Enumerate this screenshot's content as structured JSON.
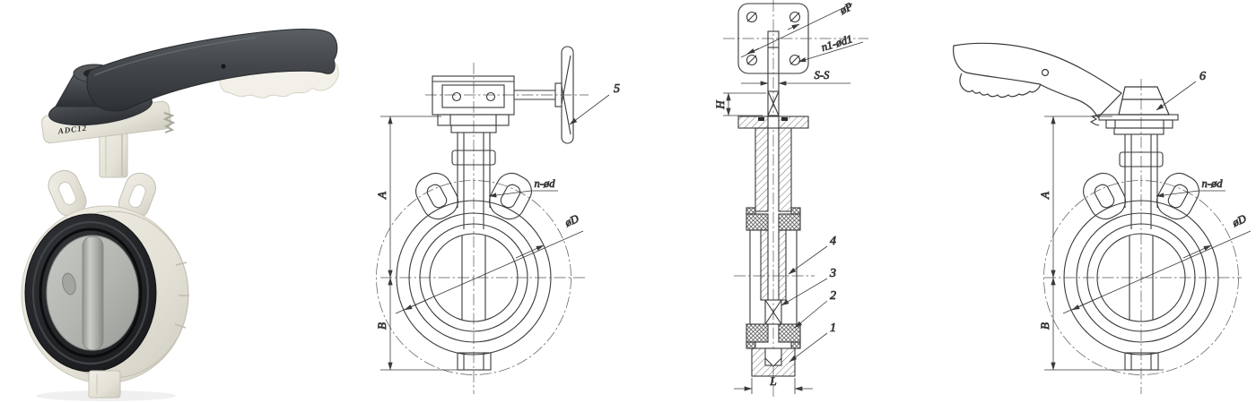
{
  "page": {
    "background": "#ffffff"
  },
  "photo": {
    "cast_mark": "ADC12",
    "colors": {
      "handle": "#45494c",
      "body": "#e9e6dc",
      "seat": "#202224",
      "disc": "#b6b9b4"
    }
  },
  "gear_view": {
    "callout_5": "5",
    "dim_a": "A",
    "dim_b": "B",
    "lug_holes_label": "n-ød",
    "outer_dia_label": "øD"
  },
  "section_view": {
    "callout_1": "1",
    "callout_2": "2",
    "callout_3": "3",
    "callout_4": "4",
    "dim_h": "H",
    "dim_l": "L",
    "stem_section_label": "S-S",
    "pitch_dia_label": "øP",
    "flange_holes_label": "n1-ød1"
  },
  "lever_view": {
    "callout_6": "6",
    "dim_a": "A",
    "dim_b": "B",
    "lug_holes_label": "n-ød",
    "outer_dia_label": "øD"
  },
  "line_color": "#3a3a3a"
}
